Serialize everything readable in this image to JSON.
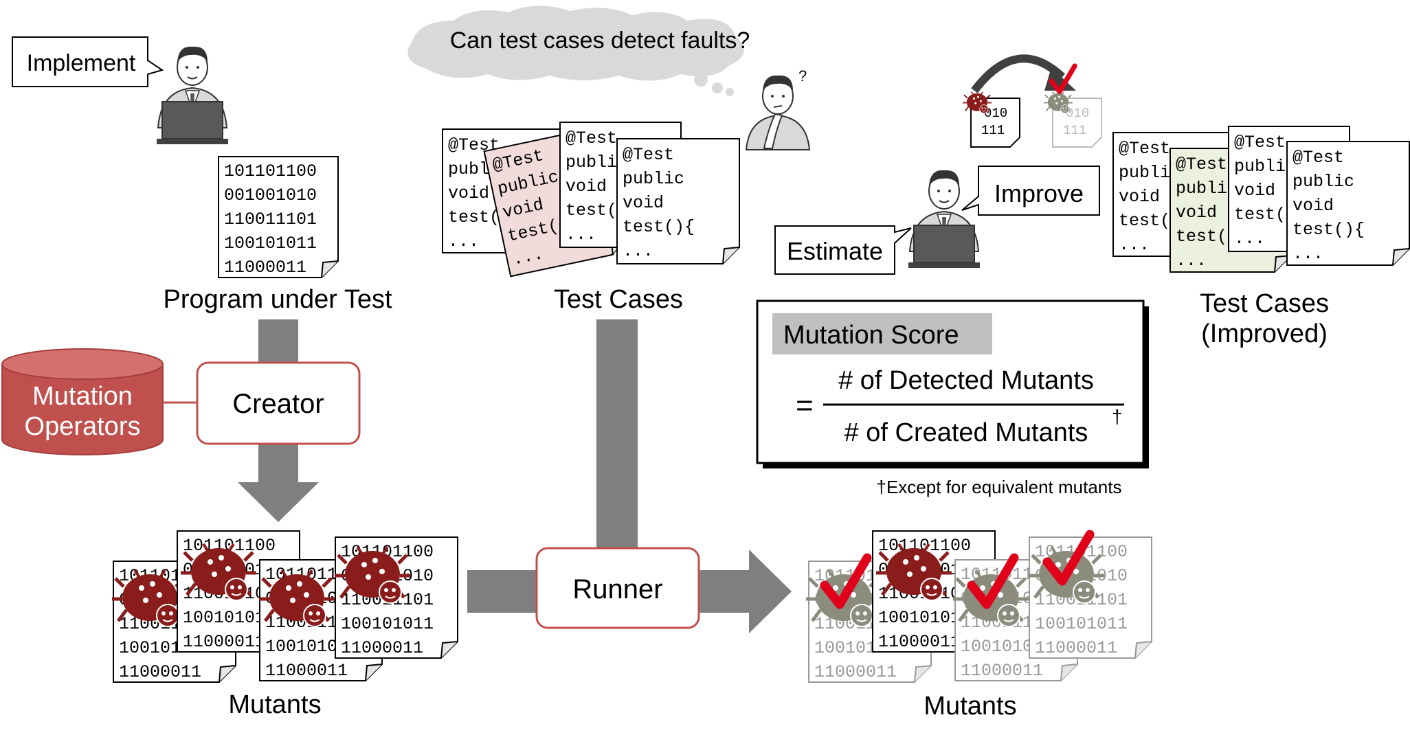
{
  "speech": {
    "implement": "Implement",
    "question": "Can test cases detect faults?",
    "question_mark": "?",
    "improve": "Improve",
    "estimate": "Estimate"
  },
  "labels": {
    "program_under_test": "Program under Test",
    "test_cases": "Test Cases",
    "test_cases_improved_line1": "Test Cases",
    "test_cases_improved_line2": "(Improved)",
    "mutants_left": "Mutants",
    "mutants_right": "Mutants"
  },
  "components": {
    "mutation_operators_line1": "Mutation",
    "mutation_operators_line2": "Operators",
    "creator": "Creator",
    "runner": "Runner"
  },
  "score": {
    "title": "Mutation Score",
    "equals": "=",
    "numerator": "# of Detected Mutants",
    "denominator": "# of Created Mutants",
    "dagger": "†",
    "footnote": "†Except for equivalent mutants"
  },
  "program_code": [
    "101101100",
    "001001010",
    "110011101",
    "100101011",
    "11000011"
  ],
  "test_code": [
    "@Test",
    "public",
    "void",
    "test(){",
    "..."
  ],
  "mini_code": [
    "010",
    "111"
  ],
  "colors": {
    "bug_red": "#8a1c1c",
    "box_red": "#c0504d",
    "arrow_gray": "#7f7f7f",
    "check_red": "#e0001a",
    "pink_doc": "#f2dcdb",
    "green_doc": "#ebf1de",
    "score_header": "#bfbfbf"
  },
  "icons": [
    "person-icon",
    "bug-icon",
    "checkmark-icon",
    "cloud-icon",
    "database-icon"
  ]
}
